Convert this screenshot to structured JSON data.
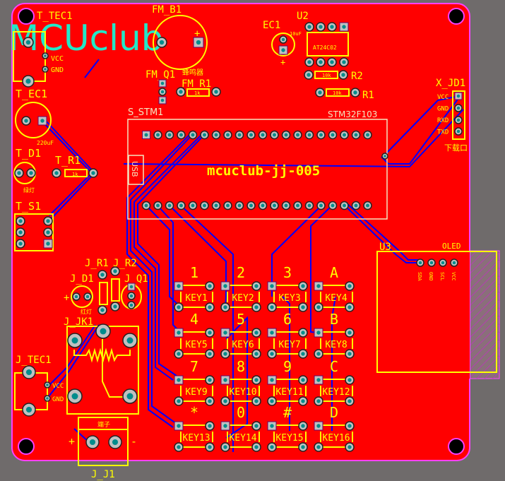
{
  "logo": "MCUclub",
  "board_label": "mcuclub-jj-005",
  "mcu": {
    "designator": "S_STM1",
    "part": "STM32F103",
    "usb_label": "USB"
  },
  "components": {
    "fm_b1": "FM_B1",
    "fm_q1": "FM_Q1",
    "fm_q1_note": "蜂鸣器",
    "fm_r1": "FM_R1",
    "fm_r1_value": "1k",
    "t_tec1": "T_TEC1",
    "t_tec1_vcc": "VCC",
    "t_tec1_gnd": "GND",
    "t_ec1": "T_EC1",
    "t_ec1_value": "220uF",
    "t_d1": "T_D1",
    "t_d1_note": "绿灯",
    "t_r1": "T_R1",
    "t_r1_value": "1k",
    "t_s1": "T_S1",
    "ec1": "EC1",
    "ec1_value": "10uF",
    "u2": "U2",
    "u2_part": "AT24C02",
    "r2": "R2",
    "r2_value": "10k",
    "r1": "R1",
    "r1_value": "10k",
    "x_jd1": "X_JD1",
    "x_jd1_pins": [
      "VCC",
      "GND",
      "RXD",
      "TXD"
    ],
    "x_jd1_note": "下载口",
    "u3": "U3",
    "oled": "OLED",
    "oled_pins": [
      "SDA",
      "GND",
      "SCL",
      "VCC"
    ],
    "j_r1": "J_R1",
    "j_r2": "J_R2",
    "j_d1": "J_D1",
    "j_d1_note": "红灯",
    "j_q1": "J_Q1",
    "j_jk1": "J_JK1",
    "j_tec1": "J_TEC1",
    "j_tec1_vcc": "VCC",
    "j_tec1_gnd": "GND",
    "j_j1": "J_J1",
    "j_j1_note": "端子",
    "plus": "+",
    "minus": "-"
  },
  "keypad": {
    "symbols": [
      "1",
      "2",
      "3",
      "A",
      "4",
      "5",
      "6",
      "B",
      "7",
      "8",
      "9",
      "C",
      "*",
      "0",
      "#",
      "D"
    ],
    "keys": [
      "KEY1",
      "KEY2",
      "KEY3",
      "KEY4",
      "KEY5",
      "KEY6",
      "KEY7",
      "KEY8",
      "KEY9",
      "KEY10",
      "KEY11",
      "KEY12",
      "KEY13",
      "KEY14",
      "KEY15",
      "KEY16"
    ]
  },
  "colors": {
    "board": "#ff0000",
    "silk": "#ffff00",
    "trace": "#0000ff",
    "pad": "#c0c0c0",
    "logo": "#22e8c8"
  }
}
